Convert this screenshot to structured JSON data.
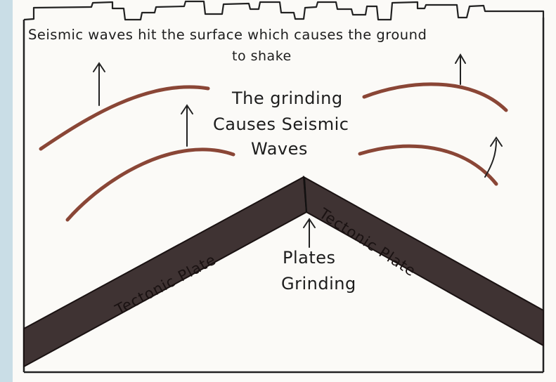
{
  "title_line1": "Seismic waves hit the surface which causes the ground",
  "title_line2": "to shake",
  "grinding_line1": "The grinding",
  "grinding_line2": "Causes Seismic",
  "grinding_line3": "Waves",
  "plates_line1": "Plates",
  "plates_line2": "Grinding",
  "left_plate_label": "Tectonic Plate",
  "right_plate_label": "Tectonic Plate",
  "colors": {
    "plate": "#3f3333",
    "wave": "#8a4636",
    "ink": "#1d1d1d",
    "background": "#c9dde6",
    "paper": "#fbfaf7"
  }
}
